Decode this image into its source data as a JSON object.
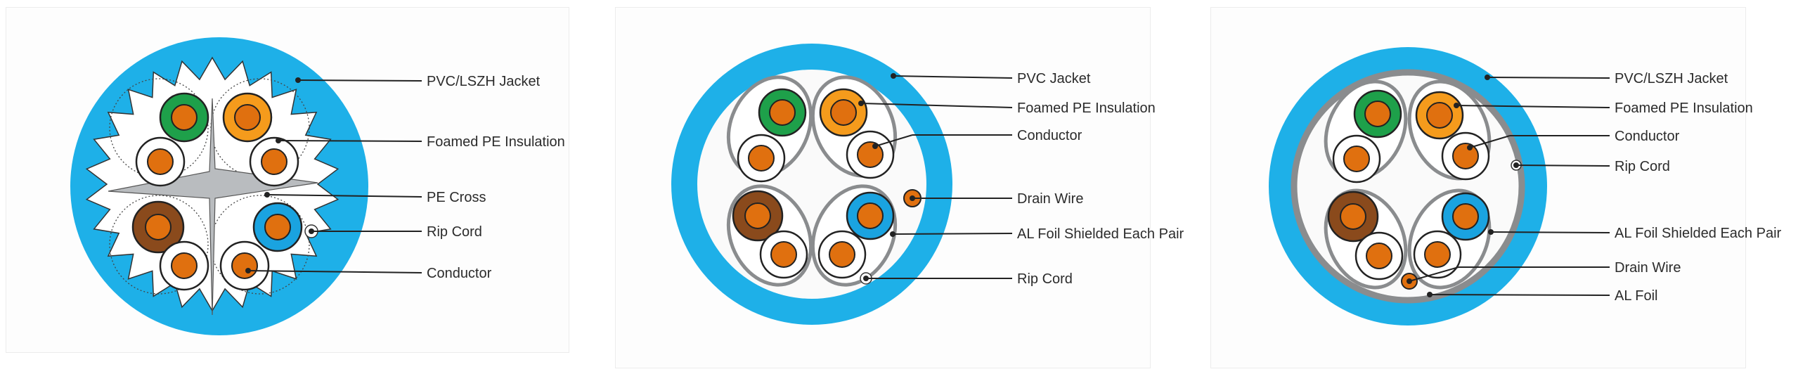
{
  "colors": {
    "jacket": "#1eb0e8",
    "copper": "#e0700f",
    "green": "#1ea04a",
    "orange": "#f59b1c",
    "brown": "#8a4a1c",
    "blue": "#1aa3e0",
    "white": "#ffffff",
    "cross": "#b9bcbf",
    "foil": "#8a8c8e",
    "line": "#222222"
  },
  "diagrams": [
    {
      "labels": {
        "jacket": "PVC/LSZH Jacket",
        "insulation": "Foamed PE Insulation",
        "cross": "PE Cross",
        "rip_cord": "Rip Cord",
        "conductor": "Conductor"
      }
    },
    {
      "labels": {
        "jacket": "PVC Jacket",
        "insulation": "Foamed PE Insulation",
        "conductor": "Conductor",
        "drain_wire": "Drain Wire",
        "pair_shield": "AL Foil Shielded Each Pair",
        "rip_cord": "Rip Cord"
      }
    },
    {
      "labels": {
        "jacket": "PVC/LSZH Jacket",
        "insulation": "Foamed PE Insulation",
        "conductor": "Conductor",
        "rip_cord": "Rip Cord",
        "pair_shield": "AL Foil Shielded Each Pair",
        "drain_wire": "Drain Wire",
        "al_foil": "AL Foil"
      }
    }
  ]
}
